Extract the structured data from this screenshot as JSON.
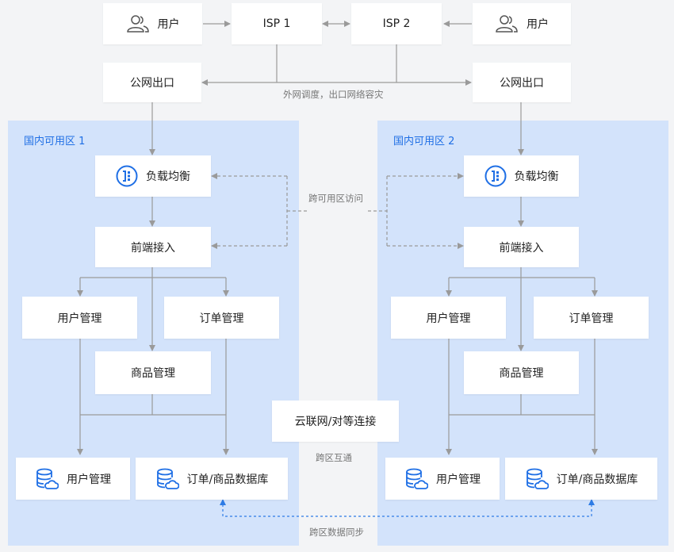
{
  "nodes": {
    "user_left": "用户",
    "isp1": "ISP 1",
    "isp2": "ISP 2",
    "user_right": "用户",
    "egress_left": "公网出口",
    "egress_right": "公网出口",
    "lb_left": "负载均衡",
    "lb_right": "负载均衡",
    "frontend_left": "前端接入",
    "frontend_right": "前端接入",
    "user_mgmt_left": "用户管理",
    "order_mgmt_left": "订单管理",
    "product_mgmt_left": "商品管理",
    "user_mgmt_right": "用户管理",
    "order_mgmt_right": "订单管理",
    "product_mgmt_right": "商品管理",
    "user_db_left": "用户管理",
    "order_db_left": "订单/商品数据库",
    "user_db_right": "用户管理",
    "order_db_right": "订单/商品数据库",
    "ccn": "云联网/对等连接"
  },
  "zones": {
    "left_title": "国内可用区 1",
    "right_title": "国内可用区 2"
  },
  "notes": {
    "public_dispatch": "外网调度，出口网络容灾",
    "cross_az_access": "跨可用区访问",
    "cross_region": "跨区互通",
    "cross_region_sync": "跨区数据同步"
  },
  "colors": {
    "zone_bg": "#d3e3fb",
    "accent": "#1f6fe5",
    "arrow": "#9a9a9a",
    "sync_line": "#2d7be5"
  },
  "icons": {
    "user": "users-icon",
    "lb": "load-balancer-icon",
    "db": "database-cloud-icon"
  }
}
